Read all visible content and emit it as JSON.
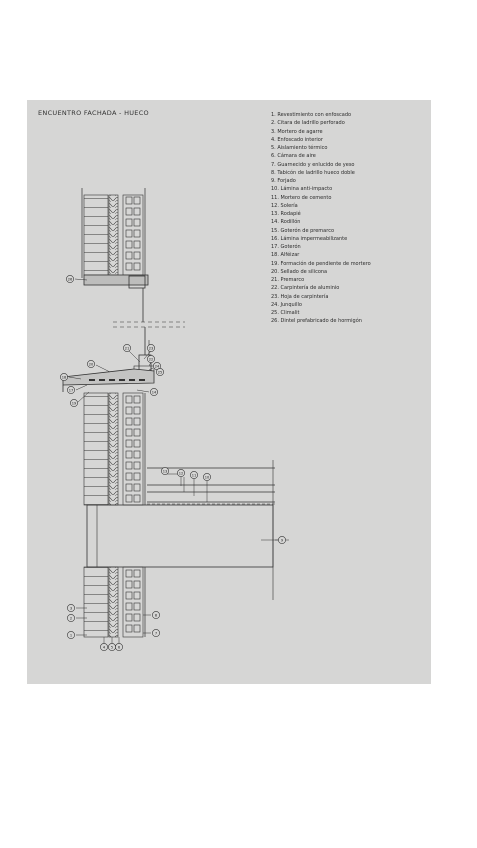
{
  "sheet": {
    "title": "ENCUENTRO FACHADA - HUECO"
  },
  "legend": [
    "1. Revestimiento con enfoscado",
    "2. Citara de ladrillo perforado",
    "3. Mortero de agarre",
    "4. Enfoscado interior",
    "5. Aislamiento térmico",
    "6. Cámara de aire",
    "7. Guarnecido y enlucido de yeso",
    "8. Tabicón de ladrillo hueco doble",
    "9. Forjado",
    "10. Lámina anti-impacto",
    "11. Mortero de cemento",
    "12. Solería",
    "13. Rodapié",
    "14. Rodillón",
    "15. Goterón de premarco",
    "16. Lámina impermeabilizante",
    "17. Goterón",
    "18. Alféizar",
    "19. Formación de pendiente de mortero",
    "20. Sellado de silicona",
    "21. Premarco",
    "22. Carpintería de aluminio",
    "23. Hoja de carpintería",
    "24. Junquillo",
    "25. Climalit",
    "26. Dintel prefabricado de hormigón"
  ],
  "callouts": {
    "lintel": "26",
    "frame_top": "23",
    "frame_a": "21",
    "frame_b": "22",
    "frame_c": "24",
    "frame_d": "25",
    "sill_a": "20",
    "sill_b": "18",
    "sill_c": "17",
    "sill_d": "19",
    "sill_e": "14",
    "floor_a": "13",
    "floor_b": "12",
    "floor_c": "11",
    "floor_d": "10",
    "slab": "9",
    "wall_l1": "3",
    "wall_l2": "2",
    "wall_l3": "1",
    "wall_r1": "8",
    "wall_r2": "7",
    "wall_b1": "4",
    "wall_b2": "5",
    "wall_b3": "6"
  },
  "colors": {
    "paper": "#d6d6d5",
    "ink": "#2a2a2a"
  }
}
